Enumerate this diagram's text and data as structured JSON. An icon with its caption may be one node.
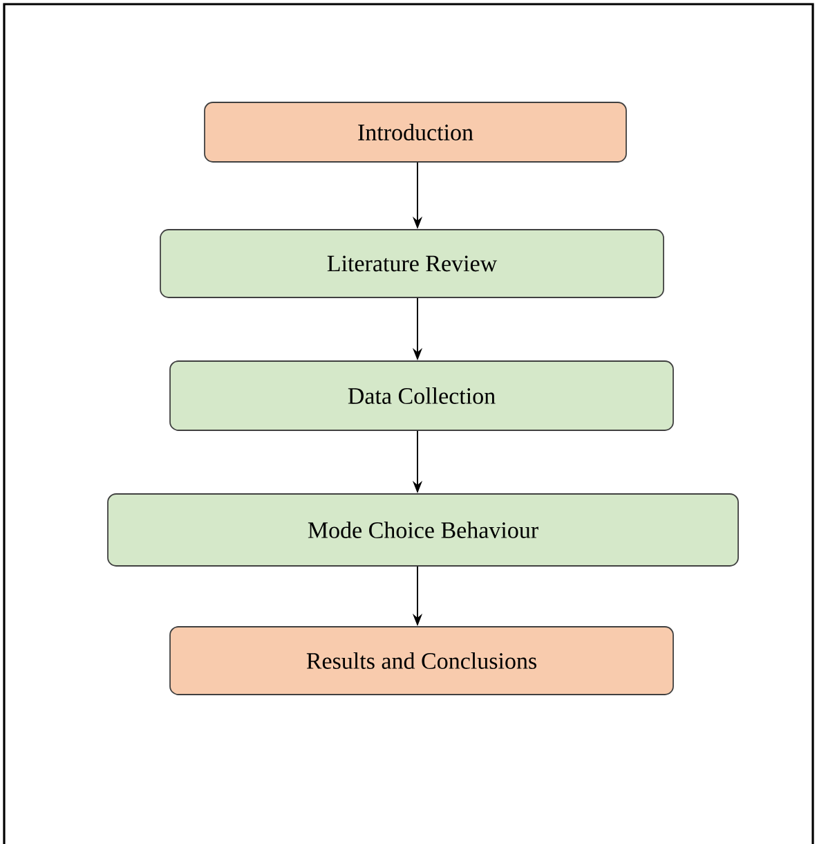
{
  "diagram": {
    "nodes": [
      {
        "text": [
          "Introduction"
        ]
      },
      {
        "text": [
          "Literature Review"
        ]
      },
      {
        "text": [
          "Data Collection"
        ]
      },
      {
        "text": [
          "Mode Choice Behaviour"
        ]
      },
      {
        "text": [
          "Results and Conclusions"
        ]
      }
    ],
    "edges": [
      {
        "from": 0,
        "to": 1,
        "arrow": "to"
      },
      {
        "from": 1,
        "to": 2,
        "arrow": "to"
      },
      {
        "from": 2,
        "to": 3,
        "arrow": "to"
      },
      {
        "from": 3,
        "to": 4,
        "arrow": "to"
      }
    ]
  }
}
